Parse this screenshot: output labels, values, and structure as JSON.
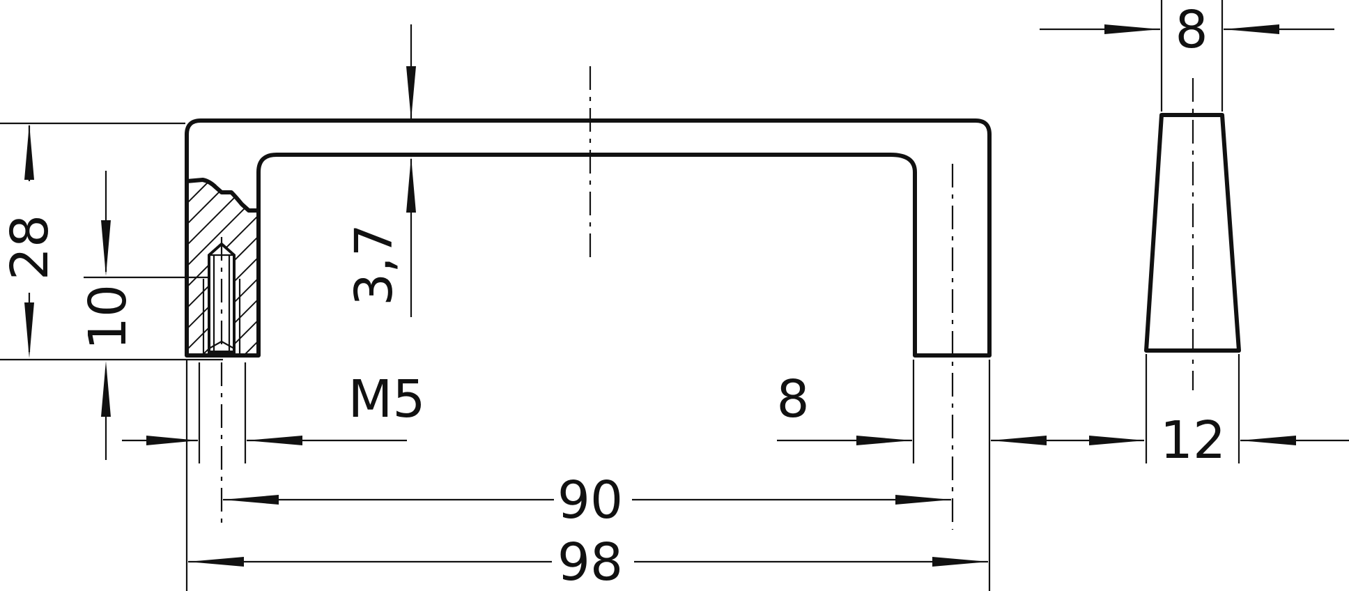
{
  "drawing": {
    "dimensions": {
      "overall_height": "28",
      "thread_depth": "10",
      "wall_thickness": "3,7",
      "thread": "M5",
      "leg_width": "8",
      "top_width": "8",
      "base_width": "12",
      "hole_spacing": "90",
      "overall_length": "98"
    }
  }
}
